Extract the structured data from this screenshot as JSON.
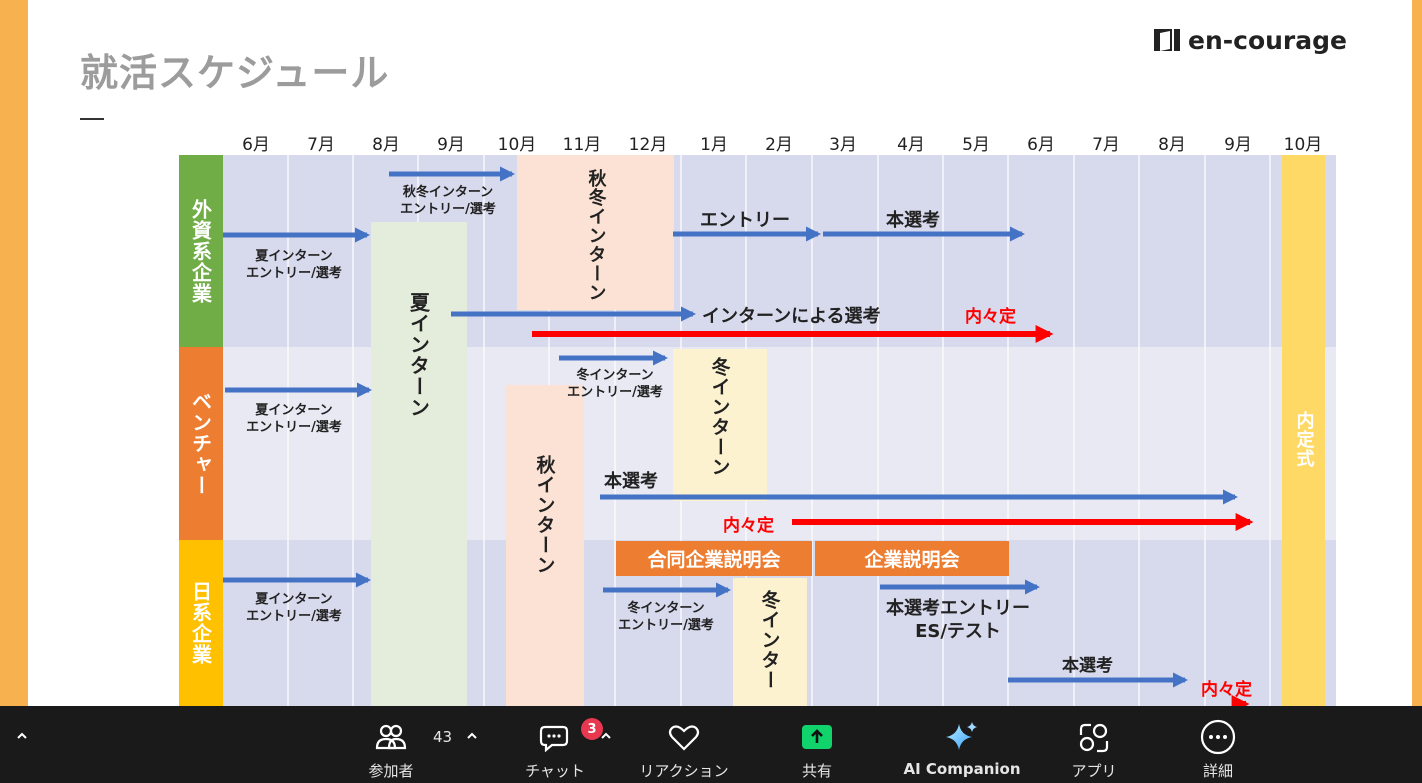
{
  "slide": {
    "title": "就活スケジュール",
    "logo_text": "en-courage",
    "months": [
      "6月",
      "7月",
      "8月",
      "9月",
      "10月",
      "11月",
      "12月",
      "1月",
      "2月",
      "3月",
      "4月",
      "5月",
      "6月",
      "7月",
      "8月",
      "9月",
      "10月"
    ],
    "categories": {
      "gaishi": "外資系企業",
      "venture": "ベンチャー",
      "nikkei": "日系企業"
    },
    "ceremony": "内定式",
    "blocks": {
      "summer_intern": "夏インターン",
      "autumn_winter_intern": "秋冬インターン",
      "autumn_intern": "秋インターン",
      "winter_intern_1": "冬インターン",
      "winter_intern_2": "冬インター"
    },
    "labels": {
      "g_summer_1": "夏インターン",
      "g_summer_2": "エントリー/選考",
      "g_aw_1": "秋冬インターン",
      "g_aw_2": "エントリー/選考",
      "g_entry": "エントリー",
      "g_selection": "本選考",
      "g_intern_sel": "インターンによる選考",
      "g_naitei": "内々定",
      "v_summer_1": "夏インターン",
      "v_summer_2": "エントリー/選考",
      "v_winter_1": "冬インターン",
      "v_winter_2": "エントリー/選考",
      "v_selection": "本選考",
      "v_naitei": "内々定",
      "n_summer_1": "夏インターン",
      "n_summer_2": "エントリー/選考",
      "n_winter_1": "冬インターン",
      "n_winter_2": "エントリー/選考",
      "n_joint": "合同企業説明会",
      "n_company": "企業説明会",
      "n_entry_1": "本選考エントリー",
      "n_entry_2": "ES/テスト",
      "n_selection": "本選考",
      "n_naitei": "内々定"
    },
    "colors": {
      "gaishi": "#70ad47",
      "venture": "#ed7d31",
      "nikkei": "#ffc000",
      "arrow_blue": "#4472c4",
      "arrow_red": "#ff0000"
    }
  },
  "toolbar": {
    "participants_label": "参加者",
    "participants_count": "43",
    "chat_label": "チャット",
    "chat_badge": "3",
    "reactions_label": "リアクション",
    "share_label": "共有",
    "ai_label": "AI Companion",
    "apps_label": "アプリ",
    "more_label": "詳細"
  }
}
